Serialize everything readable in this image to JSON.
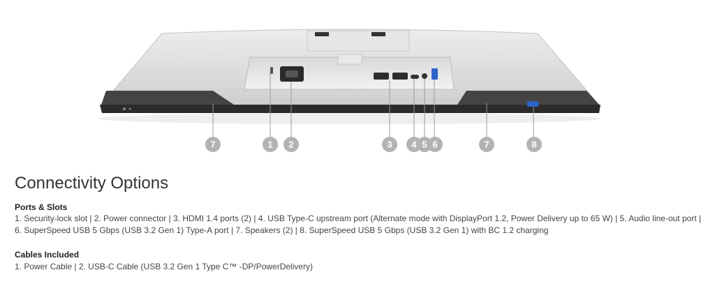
{
  "callouts": [
    "7",
    "1",
    "2",
    "3",
    "4",
    "5",
    "6",
    "7",
    "8"
  ],
  "section_title": "Connectivity Options",
  "ports": {
    "heading": "Ports & Slots",
    "text": "1. Security-lock slot | 2. Power connector | 3. HDMI 1.4 ports (2) | 4. USB Type-C upstream port (Alternate mode with DisplayPort 1.2, Power Delivery up to 65 W) | 5. Audio line-out port | 6. SuperSpeed USB 5 Gbps (USB 3.2 Gen 1) Type-A port | 7. Speakers (2) | 8. SuperSpeed USB 5 Gbps (USB 3.2 Gen 1) with BC 1.2 charging"
  },
  "cables": {
    "heading": "Cables Included",
    "text": "1. Power Cable | 2. USB-C Cable (USB 3.2 Gen 1 Type C™ -DP/PowerDelivery)"
  },
  "colors": {
    "callout_bg": "#b3b3b3",
    "monitor_shell": "#dcdcdc",
    "monitor_base": "#2b2b2b"
  }
}
